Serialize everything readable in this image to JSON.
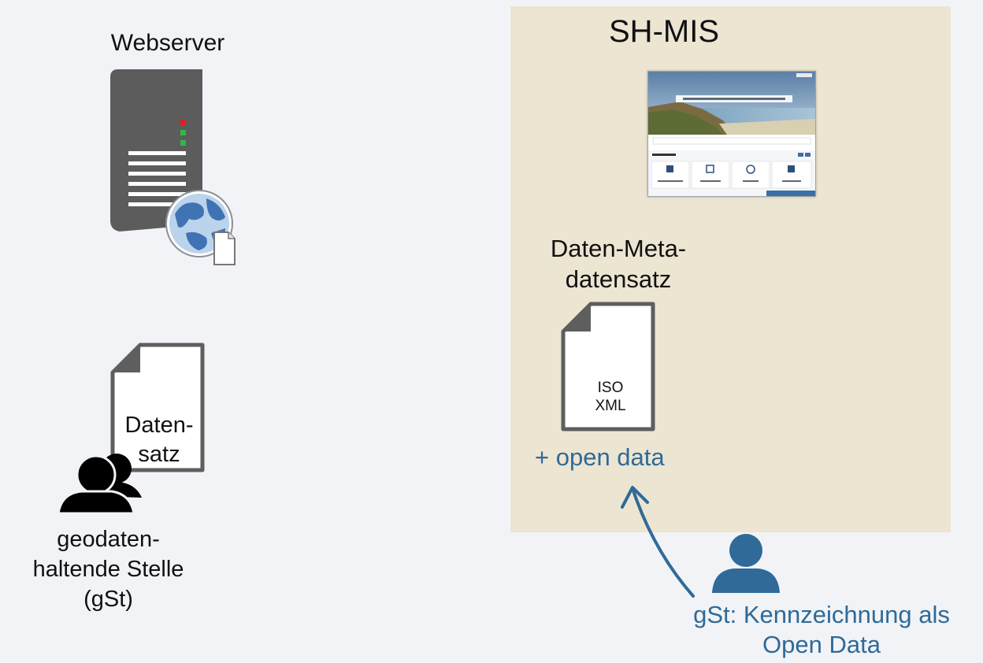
{
  "shmis": {
    "title": "SH-MIS"
  },
  "webserver": {
    "label": "Webserver"
  },
  "metadata": {
    "label_lines": [
      "Daten-Meta-",
      "datensatz"
    ],
    "file_lines": [
      "ISO",
      "XML"
    ],
    "open_data": "+ open data"
  },
  "dataset": {
    "label_lines": [
      "Daten-",
      "satz"
    ]
  },
  "gst": {
    "label_lines": [
      "geodaten-",
      "haltende Stelle",
      "(gSt)"
    ]
  },
  "annotation": {
    "label_lines": [
      "gSt: Kennzeichnung als",
      "Open Data"
    ]
  },
  "icons": [
    "server-icon",
    "globe-icon",
    "document-icon",
    "user-group-icon",
    "user-icon",
    "arrow-icon"
  ],
  "colors": {
    "panel": "#ece5d2",
    "accent": "#2f6a98",
    "background": "#f1f3f7",
    "server": "#5c5c5c"
  }
}
